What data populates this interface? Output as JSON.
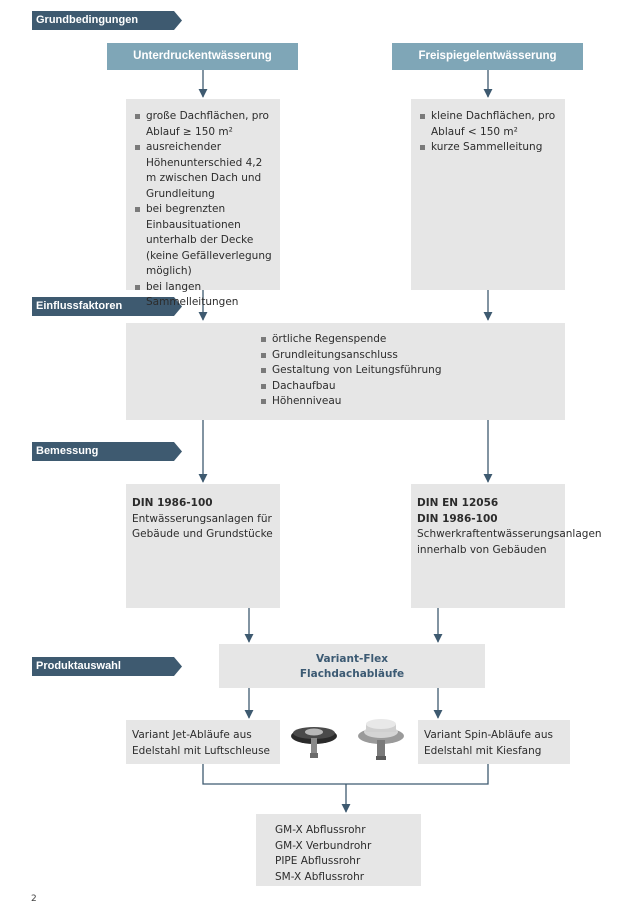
{
  "sections": {
    "grundbedingungen": "Grundbedingungen",
    "einflussfaktoren": "Einflussfaktoren",
    "bemessung": "Bemessung",
    "produktauswahl": "Produktauswahl"
  },
  "columns": {
    "left_title": "Unterdruckentwässerung",
    "right_title": "Freispiegelentwässerung"
  },
  "conditions": {
    "left": [
      "große Dachflächen, pro Ablauf ≥ 150 m²",
      "ausreichender Höhenunterschied 4,2 m zwischen Dach und Grundleitung",
      "bei begrenzten Einbausituationen unterhalb der Decke (keine Gefälleverlegung möglich)",
      "bei langen Sammelleitungen"
    ],
    "right": [
      "kleine Dachflächen, pro Ablauf < 150 m²",
      "kurze Sammelleitung"
    ]
  },
  "factors": [
    "örtliche Regenspende",
    "Grundleitungsanschluss",
    "Gestaltung von Leitungsführung",
    "Dachaufbau",
    "Höhenniveau"
  ],
  "dimensioning": {
    "left_norm": "DIN 1986-100",
    "left_text": "Entwässerungsanlagen für Gebäude und Grundstücke",
    "right_norm1": "DIN EN 12056",
    "right_norm2": "DIN 1986-100",
    "right_text": "Schwerkraftentwässerungsanlagen innerhalb von Gebäuden"
  },
  "product": {
    "line1": "Variant-Flex",
    "line2": "Flachdachabläufe",
    "left_variant": "Variant Jet-Abläufe aus Edelstahl mit Luftschleuse",
    "right_variant": "Variant Spin-Abläufe aus Edelstahl mit Kiesfang"
  },
  "pipes": [
    "GM-X Abflussrohr",
    "GM-X Verbundrohr",
    "PIPE Abflussrohr",
    "SM-X Abflussrohr"
  ],
  "page_number": "2",
  "colors": {
    "section_bar": "#3e5a70",
    "column_header": "#7fa6b7",
    "box_fill": "#e6e6e6",
    "connector": "#3e5a70"
  }
}
